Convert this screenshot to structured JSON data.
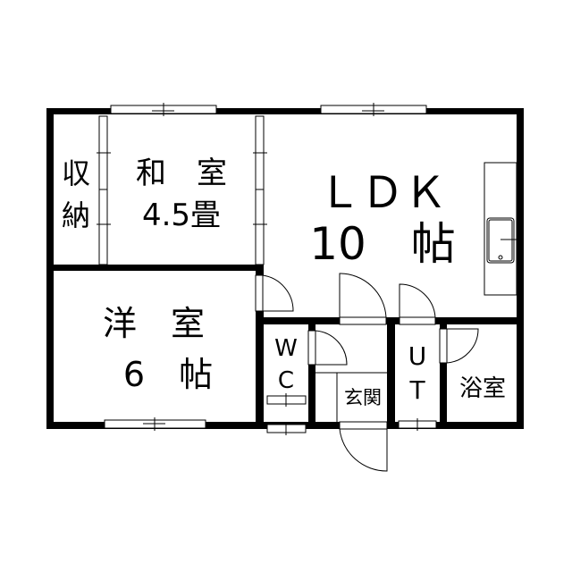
{
  "rooms": {
    "storage": {
      "line1": "収",
      "line2": "納"
    },
    "washitsu": {
      "name": "和　室",
      "size": "4.5畳"
    },
    "ldk": {
      "name": "ＬＤＫ",
      "size": "10　帖"
    },
    "youshitsu": {
      "name": "洋　室",
      "size": "6　帖"
    },
    "wc": {
      "line1": "W",
      "line2": "C"
    },
    "genkan": {
      "name": "玄関"
    },
    "ut": {
      "line1": "U",
      "line2": "T"
    },
    "bathroom": {
      "name": "浴室"
    }
  }
}
